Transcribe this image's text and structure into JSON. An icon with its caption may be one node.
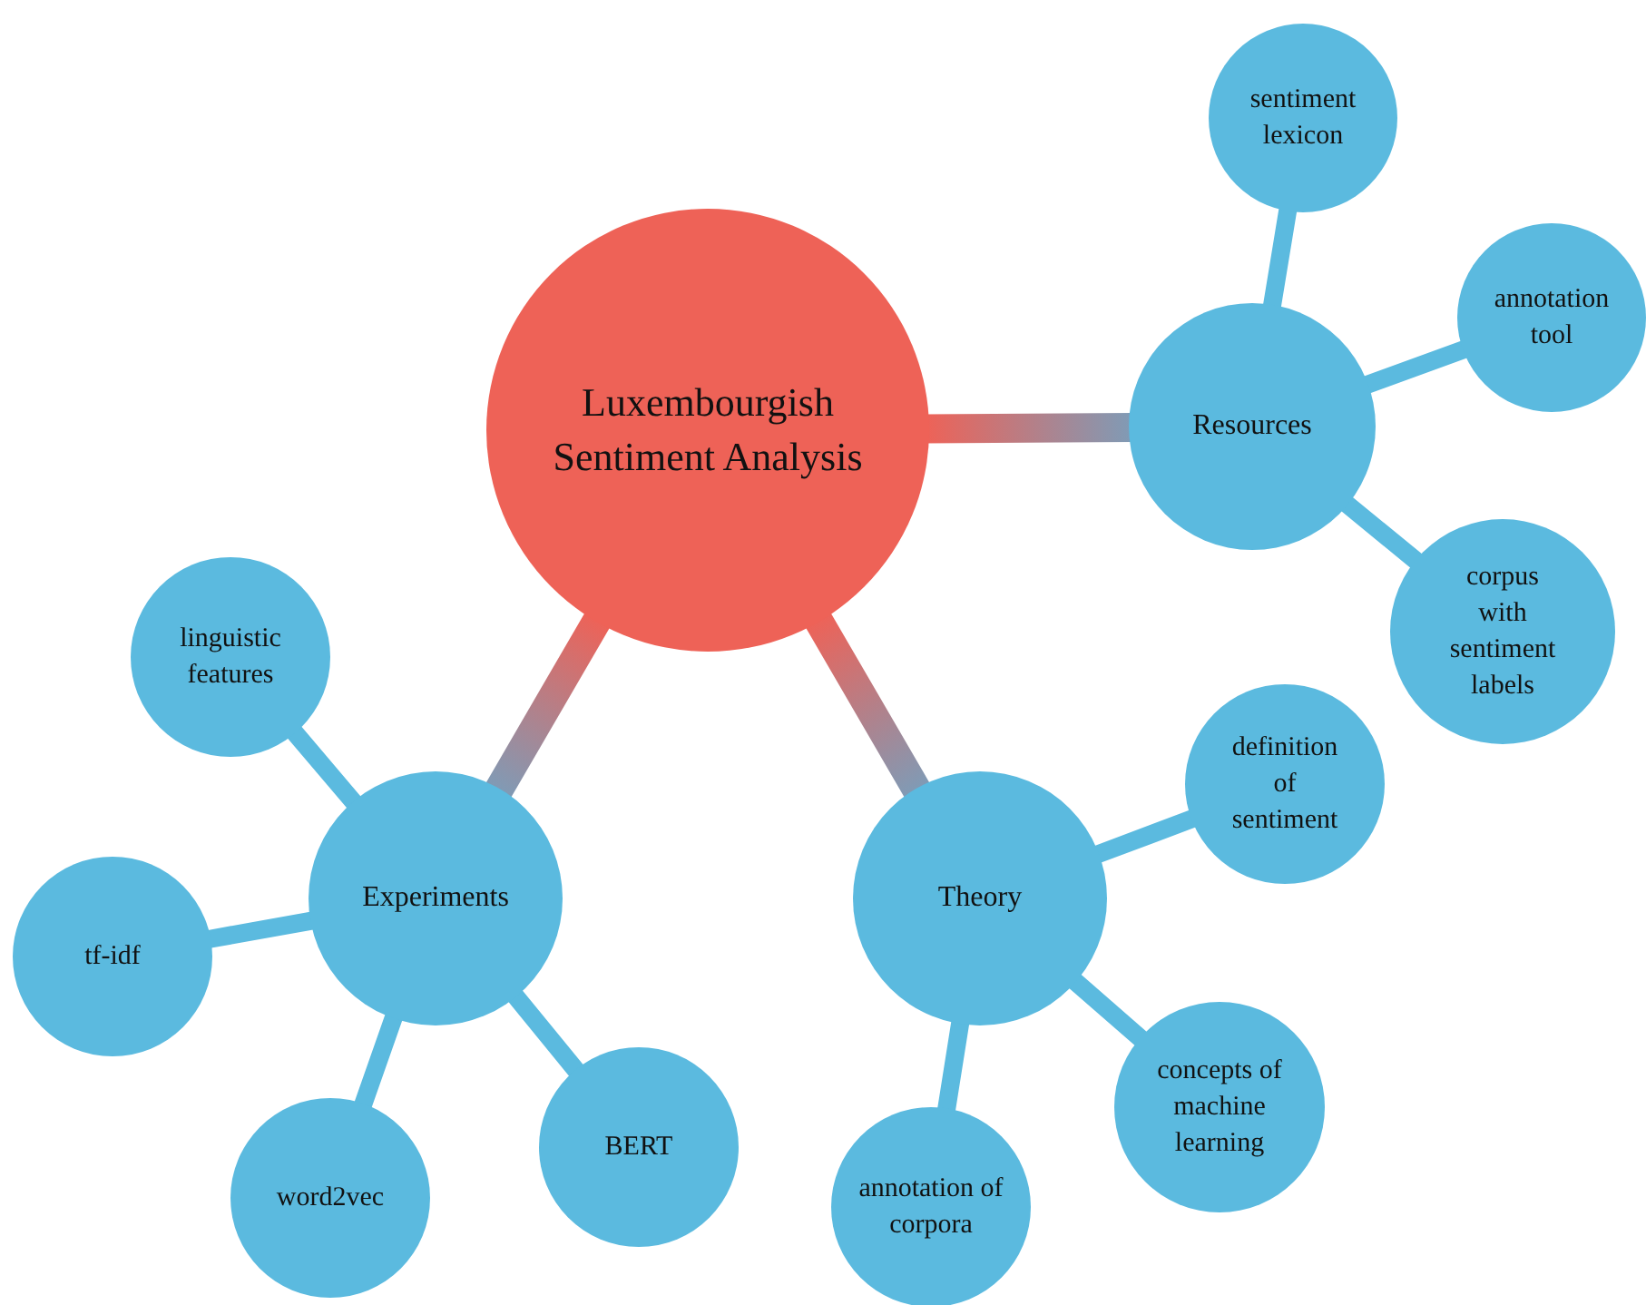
{
  "diagram": {
    "nodes": [
      {
        "text": [
          "Luxembourgish Sentiment Analysis"
        ]
      },
      {
        "text": [
          "Resources"
        ]
      },
      {
        "text": [
          "sentiment lexicon"
        ]
      },
      {
        "text": [
          "annotation tool"
        ]
      },
      {
        "text": [
          "corpus with sentiment labels"
        ]
      },
      {
        "text": [
          "Theory"
        ]
      },
      {
        "text": [
          "definition of sentiment"
        ]
      },
      {
        "text": [
          "concepts of machine learning"
        ]
      },
      {
        "text": [
          "annotation of corpora"
        ]
      },
      {
        "text": [
          "Experiments"
        ]
      },
      {
        "text": [
          "linguistic features"
        ]
      },
      {
        "text": [
          "tf-idf"
        ]
      },
      {
        "text": [
          "word2vec"
        ]
      },
      {
        "text": [
          "BERT"
        ]
      }
    ],
    "edges": [
      {
        "from": 0,
        "to": 1,
        "arrow": "none"
      },
      {
        "from": 0,
        "to": 5,
        "arrow": "none"
      },
      {
        "from": 0,
        "to": 9,
        "arrow": "none"
      },
      {
        "from": 1,
        "to": 2,
        "arrow": "none"
      },
      {
        "from": 1,
        "to": 3,
        "arrow": "none"
      },
      {
        "from": 1,
        "to": 4,
        "arrow": "none"
      },
      {
        "from": 5,
        "to": 6,
        "arrow": "none"
      },
      {
        "from": 5,
        "to": 7,
        "arrow": "none"
      },
      {
        "from": 5,
        "to": 8,
        "arrow": "none"
      },
      {
        "from": 9,
        "to": 10,
        "arrow": "none"
      },
      {
        "from": 9,
        "to": 11,
        "arrow": "none"
      },
      {
        "from": 9,
        "to": 12,
        "arrow": "none"
      },
      {
        "from": 9,
        "to": 13,
        "arrow": "none"
      }
    ]
  }
}
